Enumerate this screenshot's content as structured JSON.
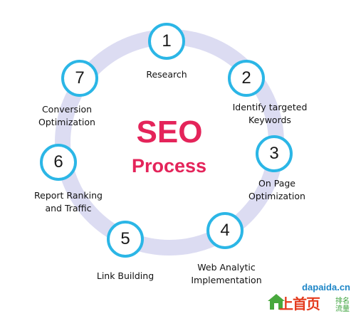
{
  "title": "SEO",
  "subtitle": "Process",
  "steps": [
    {
      "number": "1",
      "label": "Research"
    },
    {
      "number": "2",
      "label": "Identify targeted\nKeywords"
    },
    {
      "number": "3",
      "label": "On Page\nOptimization"
    },
    {
      "number": "4",
      "label": "Web Analytic\nImplementation"
    },
    {
      "number": "5",
      "label": "Link Building"
    },
    {
      "number": "6",
      "label": "Report Ranking\nand Traffic"
    },
    {
      "number": "7",
      "label": "Conversion\nOptimization"
    }
  ],
  "watermark": {
    "domain": "dapaida.cn",
    "chinese": "上首页",
    "small_top": "排名",
    "small_bottom": "流量"
  },
  "colors": {
    "ring": "#d9d9f0",
    "node_border": "#2bb6e6",
    "title": "#e4245a"
  }
}
